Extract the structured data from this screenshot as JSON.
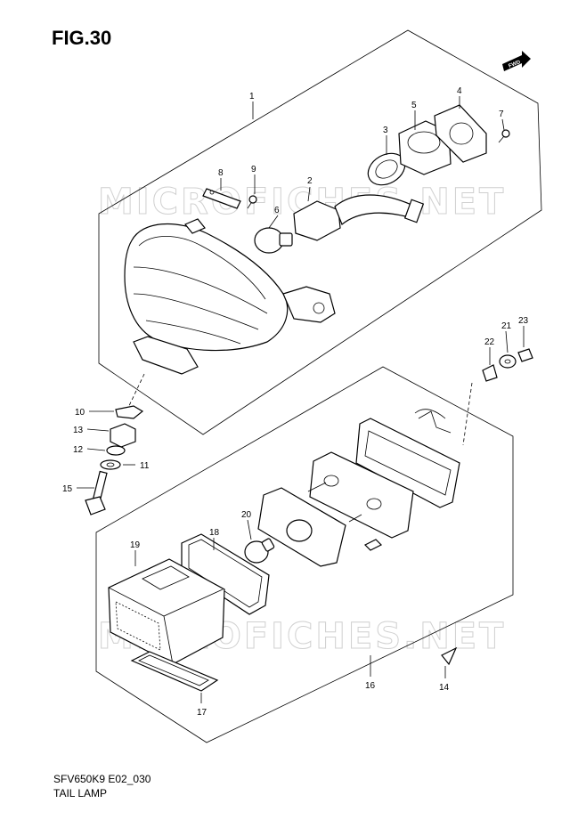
{
  "figure": {
    "title": "FIG.30",
    "code": "SFV650K9 E02_030",
    "name": "TAIL LAMP",
    "direction_badge": "FWD"
  },
  "watermark": "MICROFICHES.NET",
  "callouts": [
    {
      "id": "c1",
      "text": "1"
    },
    {
      "id": "c2",
      "text": "2"
    },
    {
      "id": "c3",
      "text": "3"
    },
    {
      "id": "c4",
      "text": "4"
    },
    {
      "id": "c5",
      "text": "5"
    },
    {
      "id": "c6",
      "text": "6"
    },
    {
      "id": "c7",
      "text": "7"
    },
    {
      "id": "c8",
      "text": "8"
    },
    {
      "id": "c9",
      "text": "9"
    },
    {
      "id": "c10",
      "text": "10"
    },
    {
      "id": "c11",
      "text": "11"
    },
    {
      "id": "c12",
      "text": "12"
    },
    {
      "id": "c13",
      "text": "13"
    },
    {
      "id": "c14",
      "text": "14"
    },
    {
      "id": "c15",
      "text": "15"
    },
    {
      "id": "c16",
      "text": "16"
    },
    {
      "id": "c17",
      "text": "17"
    },
    {
      "id": "c18",
      "text": "18"
    },
    {
      "id": "c19",
      "text": "19"
    },
    {
      "id": "c20",
      "text": "20"
    },
    {
      "id": "c21",
      "text": "21"
    },
    {
      "id": "c22",
      "text": "22"
    },
    {
      "id": "c23",
      "text": "23"
    }
  ]
}
